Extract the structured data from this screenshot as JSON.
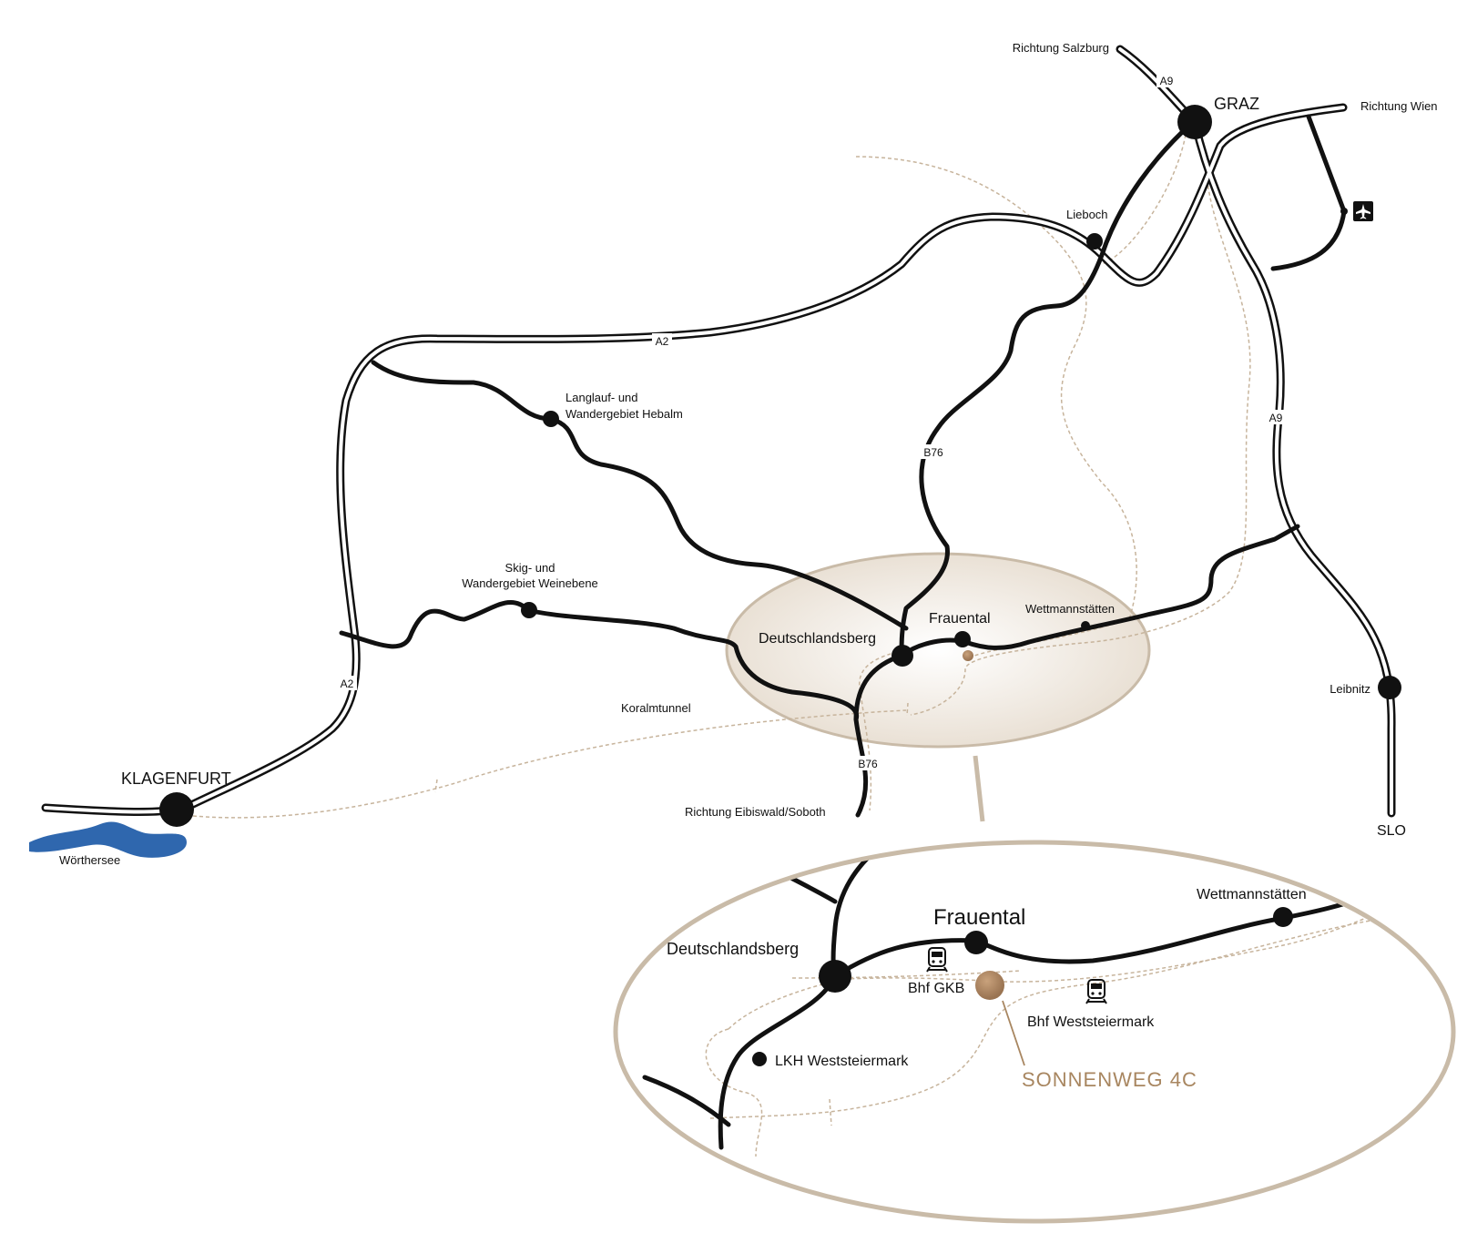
{
  "colors": {
    "road": "#111111",
    "rail": "#c7b49c",
    "lake": "#2f67ae",
    "zoom_fill": "#ede6dc",
    "zoom_stroke": "#c9bba8",
    "accent": "#a88660"
  },
  "icons": {
    "airport": "airport-icon",
    "train": "train-icon"
  },
  "overview": {
    "cities": {
      "graz": "GRAZ",
      "klagenfurt": "KLAGENFURT",
      "slo": "SLO"
    },
    "directions": {
      "salzburg": "Richtung Salzburg",
      "wien": "Richtung Wien",
      "eibiswald": "Richtung Eibiswald/Soboth"
    },
    "places": {
      "lieboch": "Lieboch",
      "hebalm_1": "Langlauf- und",
      "hebalm_2": "Wandergebiet Hebalm",
      "weinebene_1": "Skig- und",
      "weinebene_2": "Wandergebiet Weinebene",
      "deutschlandsberg": "Deutschlandsberg",
      "frauental": "Frauental",
      "wettmannstaetten": "Wettmannstätten",
      "leibnitz": "Leibnitz",
      "koralmtunnel": "Koralmtunnel",
      "woerthersee": "Wörthersee"
    },
    "roads": {
      "a9": "A9",
      "a2": "A2",
      "b76": "B76"
    }
  },
  "inset": {
    "deutschlandsberg": "Deutschlandsberg",
    "frauental": "Frauental",
    "wettmannstaetten": "Wettmannstätten",
    "bhf_gkb": "Bhf GKB",
    "bhf_weststeiermark": "Bhf Weststeiermark",
    "lkh": "LKH Weststeiermark",
    "location": "SONNENWEG 4C"
  }
}
